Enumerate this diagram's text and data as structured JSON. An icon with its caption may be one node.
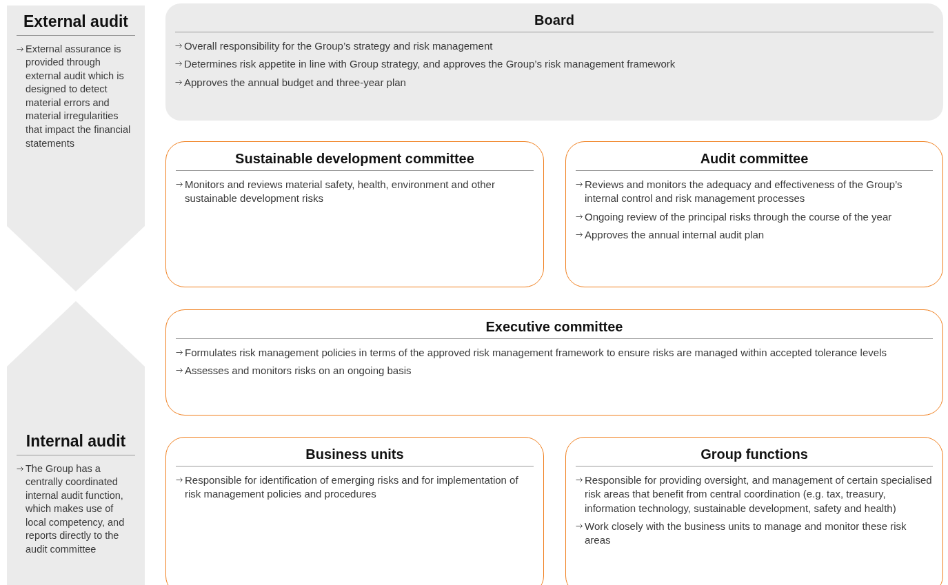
{
  "diagram": {
    "nodes": [
      {
        "text": [
          "External audit",
          "External assurance is provided through external audit which is designed to detect material errors and material irregularities that impact the financial statements"
        ]
      },
      {
        "text": [
          "Internal audit",
          "The Group has a centrally coordinated internal audit function, which makes use of local competency, and reports directly to the audit committee"
        ]
      },
      {
        "text": [
          "Board",
          "Overall responsibility for the Group’s strategy and risk management",
          "Determines risk appetite in line with Group strategy, and approves the Group’s risk management framework",
          "Approves the annual budget and three-year plan"
        ]
      },
      {
        "text": [
          "Sustainable development committee",
          "Monitors and reviews material safety, health, environment and other sustainable development risks"
        ]
      },
      {
        "text": [
          "Audit committee",
          "Reviews and monitors the adequacy and effectiveness of the Group’s internal control and risk management processes",
          "Ongoing review of the principal risks through the course of the year",
          "Approves the annual internal audit plan"
        ]
      },
      {
        "text": [
          "Executive committee",
          "Formulates risk management policies in terms of the approved risk management framework to ensure risks are managed within accepted tolerance levels",
          "Assesses and monitors risks on an ongoing basis"
        ]
      },
      {
        "text": [
          "Business units",
          "Responsible for identification of emerging risks and for implementation of risk management policies and procedures"
        ]
      },
      {
        "text": [
          "Group functions",
          "Responsible for providing oversight, and management of certain specialised risk areas that benefit from central coordination (e.g. tax, treasury, information technology, sustainable development, safety and health)",
          "Work closely with the business units to manage and monitor these risk areas"
        ]
      }
    ]
  }
}
